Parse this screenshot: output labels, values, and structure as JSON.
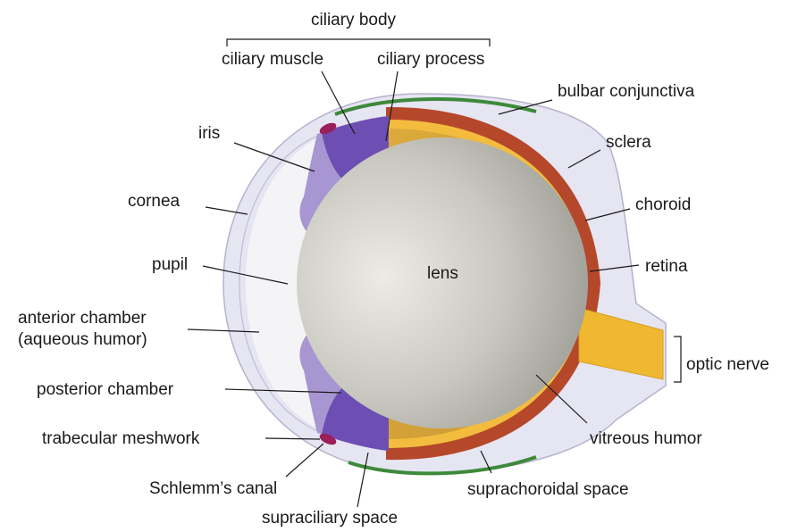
{
  "labels": {
    "ciliary_body": "ciliary body",
    "ciliary_muscle": "ciliary muscle",
    "ciliary_process": "ciliary process",
    "bulbar_conjunctiva": "bulbar conjunctiva",
    "iris": "iris",
    "sclera": "sclera",
    "cornea": "cornea",
    "choroid": "choroid",
    "pupil": "pupil",
    "lens": "lens",
    "retina": "retina",
    "anterior_chamber_1": "anterior chamber",
    "anterior_chamber_2": "(aqueous humor)",
    "optic_nerve": "optic nerve",
    "posterior_chamber": "posterior chamber",
    "trabecular_meshwork": "trabecular meshwork",
    "vitreous_humor": "vitreous humor",
    "schlemms_canal": "Schlemm’s canal",
    "suprachoroidal_space": "suprachoroidal space",
    "supraciliary_space": "supraciliary space"
  },
  "colors": {
    "sclera": "#e4e3f1",
    "sclera_edge": "#b7b5cf",
    "conjunctiva": "#3d8a3a",
    "choroid": "#b5482a",
    "retina": "#f2b83a",
    "vitreous": "#d4a53a",
    "iris_light": "#a896d2",
    "iris_dark": "#6d4fb3",
    "lens_center": "#e9e7df",
    "lens_edge": "#9c9c94",
    "canal": "#9a1e5a",
    "optic_nerve": "#f0b830"
  }
}
